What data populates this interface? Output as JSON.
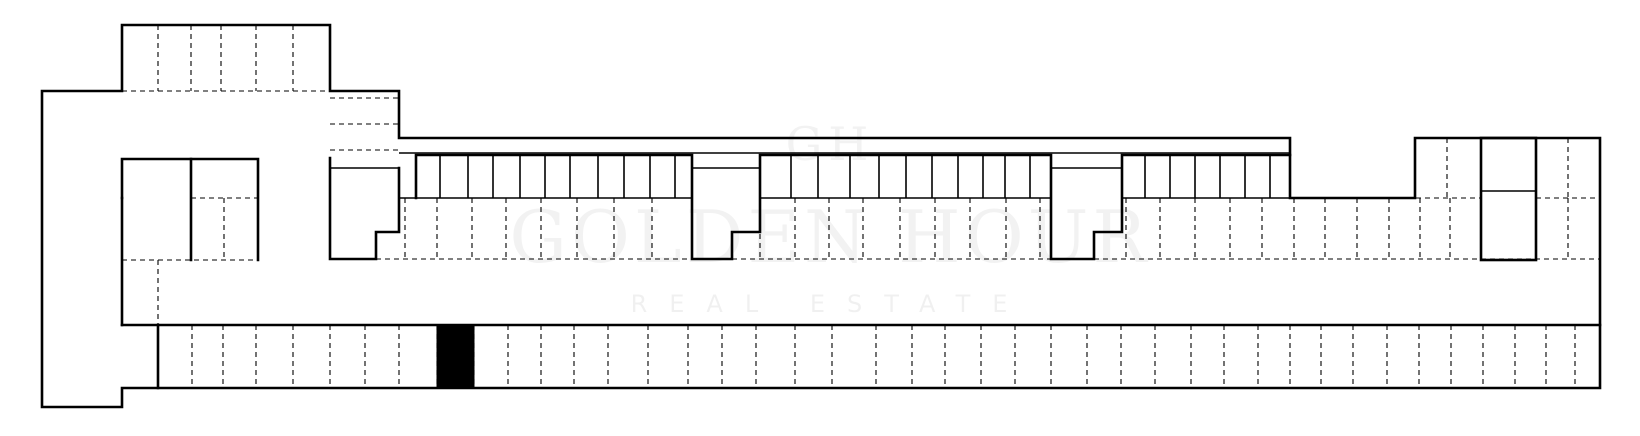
{
  "watermark": {
    "initials": "GH",
    "name": "GOLDEN HOUR",
    "subtitle": "REAL ESTATE"
  },
  "plan": {
    "occupied_space_color": "#000000",
    "line_color": "#000000",
    "background": "#ffffff"
  }
}
